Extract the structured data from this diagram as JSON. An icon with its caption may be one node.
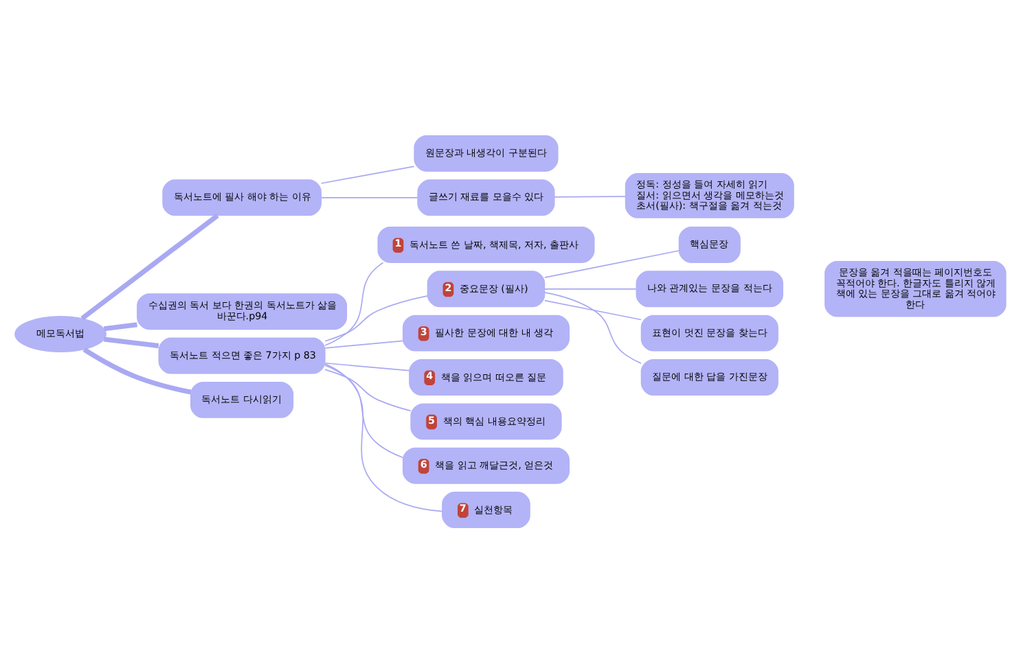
{
  "diagram": {
    "nodes": [
      {
        "text": [
          "메모독서법"
        ]
      },
      {
        "text": [
          "독서노트에 필사 해야 하는 이유"
        ]
      },
      {
        "text": [
          "원문장과 내생각이 구분된다"
        ]
      },
      {
        "text": [
          "글쓰기 재료를 모을수 있다"
        ]
      },
      {
        "text": [
          "정독: 정성을 들여 자세히 읽기",
          "질서: 읽으면서 생각을 메모하는것",
          "초서(필사): 책구절을 옮겨 적는것"
        ]
      },
      {
        "text": [
          "수십권의 독서 보다 한권의 독서노트가 삶을 바꾼다.p94"
        ]
      },
      {
        "text": [
          "독서노트 적으면 좋은 7가지 p 83"
        ]
      },
      {
        "text": [
          "1",
          "독서노트 쓴 날짜, 책제목, 저자, 출판사"
        ]
      },
      {
        "text": [
          "2",
          "중요문장 (필사)"
        ]
      },
      {
        "text": [
          "핵심문장"
        ]
      },
      {
        "text": [
          "나와 관계있는 문장을 적는다"
        ]
      },
      {
        "text": [
          "표현이 멋진 문장을 찾는다"
        ]
      },
      {
        "text": [
          "질문에 대한 답을 가진문장"
        ]
      },
      {
        "text": [
          "문장을 옮겨 적을때는 페이지번호도 꼭적어야 한다. 한글자도 틀리지 않게 책에 있는 문장을 그대로 옮겨 적어야 한다"
        ]
      },
      {
        "text": [
          "3",
          "필사한 문장에 대한 내 생각"
        ]
      },
      {
        "text": [
          "4",
          "책을 읽으며 떠오른 질문"
        ]
      },
      {
        "text": [
          "5",
          "책의 핵심 내용요약정리"
        ]
      },
      {
        "text": [
          "6",
          "책을 읽고 깨달근것, 얻은것"
        ]
      },
      {
        "text": [
          "7",
          "실천항목"
        ]
      },
      {
        "text": [
          "독서노트 다시읽기"
        ]
      }
    ],
    "edges": [
      {
        "from": 0,
        "to": 1,
        "arrow": "none",
        "style": "thick"
      },
      {
        "from": 1,
        "to": 2,
        "arrow": "none"
      },
      {
        "from": 1,
        "to": 3,
        "arrow": "none"
      },
      {
        "from": 3,
        "to": 4,
        "arrow": "none"
      },
      {
        "from": 0,
        "to": 5,
        "arrow": "none",
        "style": "thick"
      },
      {
        "from": 0,
        "to": 6,
        "arrow": "none",
        "style": "thick"
      },
      {
        "from": 6,
        "to": 7,
        "arrow": "none"
      },
      {
        "from": 6,
        "to": 8,
        "arrow": "none"
      },
      {
        "from": 8,
        "to": 9,
        "arrow": "none"
      },
      {
        "from": 8,
        "to": 10,
        "arrow": "none"
      },
      {
        "from": 8,
        "to": 11,
        "arrow": "none"
      },
      {
        "from": 8,
        "to": 12,
        "arrow": "none"
      },
      {
        "from": 6,
        "to": 14,
        "arrow": "none"
      },
      {
        "from": 6,
        "to": 15,
        "arrow": "none"
      },
      {
        "from": 6,
        "to": 16,
        "arrow": "none"
      },
      {
        "from": 6,
        "to": 17,
        "arrow": "none"
      },
      {
        "from": 6,
        "to": 18,
        "arrow": "none"
      },
      {
        "from": 0,
        "to": 19,
        "arrow": "none",
        "style": "thick"
      }
    ]
  }
}
